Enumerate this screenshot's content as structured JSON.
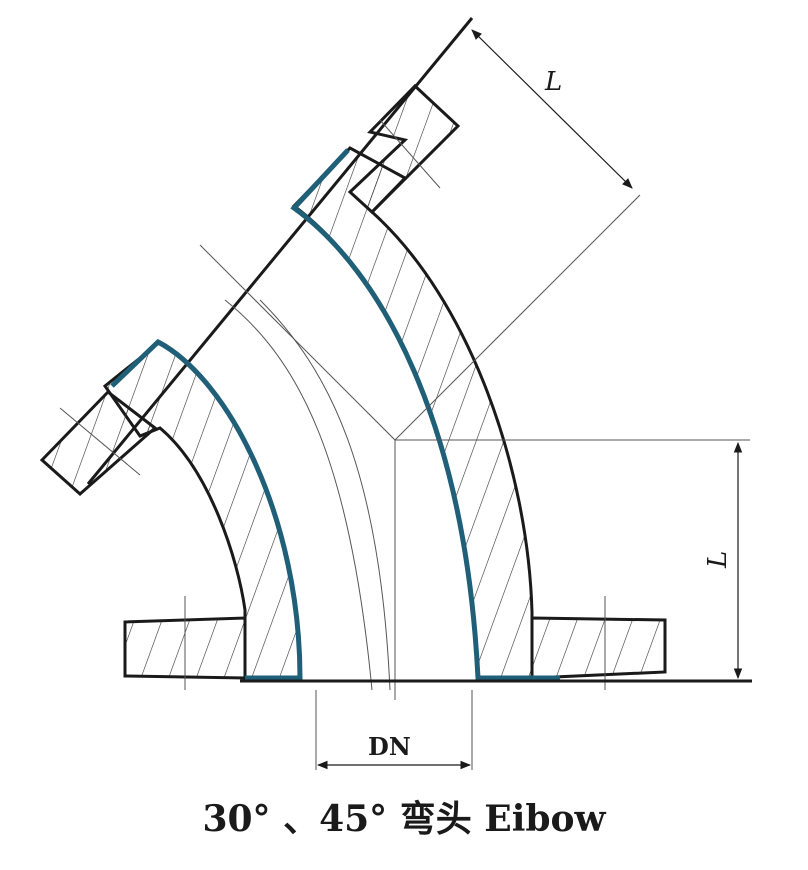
{
  "diagram": {
    "labels": {
      "length_top": "L",
      "length_side": "L",
      "nominal_diameter": "DN"
    },
    "caption": "30° 、45° 弯头 Eibow",
    "colors": {
      "outline": "#1a1a1a",
      "lining": "#1f5f78",
      "hatch": "#333333",
      "background": "#ffffff"
    }
  }
}
